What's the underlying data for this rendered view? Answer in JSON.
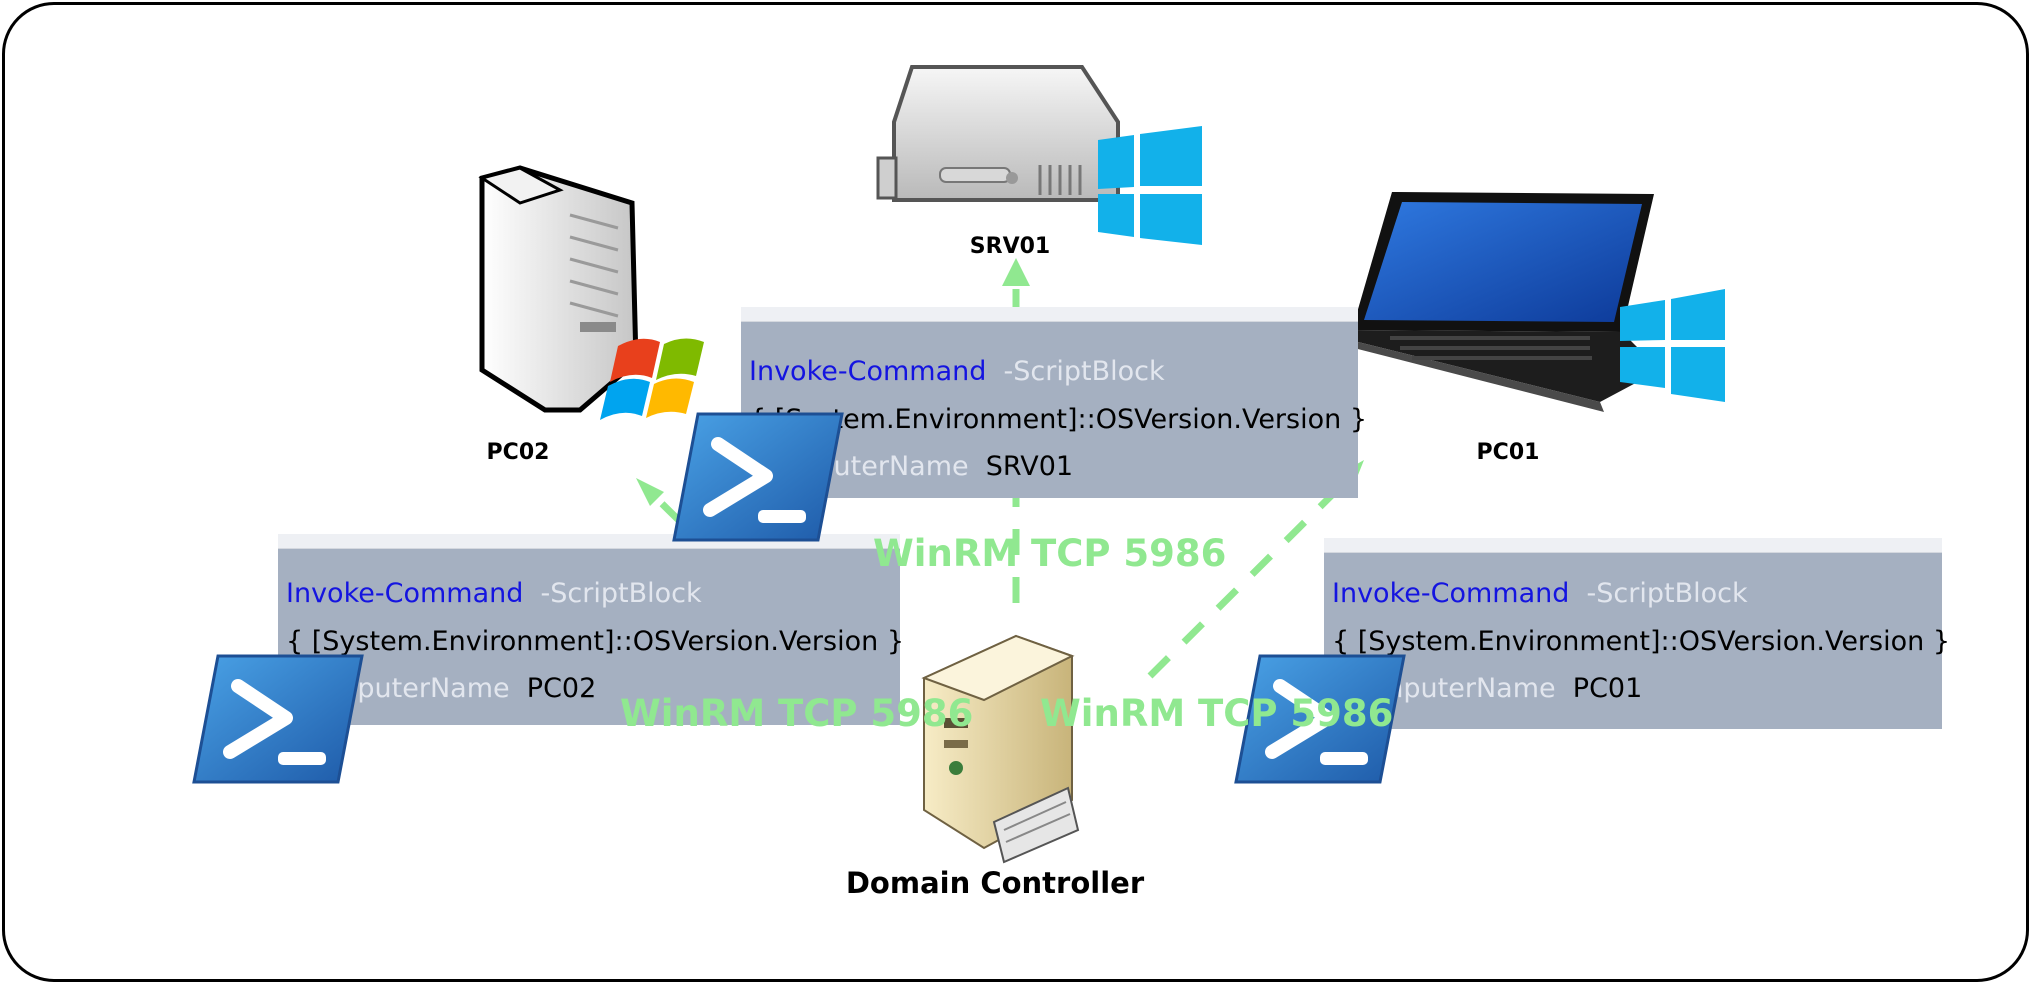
{
  "nodes": {
    "srv01": "SRV01",
    "pc02": "PC02",
    "pc01": "PC01",
    "dc": "Domain Controller"
  },
  "protocol_label": "WinRM TCP 5986",
  "commands": {
    "srv01": {
      "cmdlet": "Invoke-Command",
      "scriptblock_param": "-ScriptBlock",
      "scriptblock": "{ [System.Environment]::OSVersion.Version }",
      "computer_param": "-computerName",
      "computer": "SRV01"
    },
    "pc02": {
      "cmdlet": "Invoke-Command",
      "scriptblock_param": "-ScriptBlock",
      "scriptblock": "{ [System.Environment]::OSVersion.Version }",
      "computer_param": "-ComputerName",
      "computer": "PC02"
    },
    "pc01": {
      "cmdlet": "Invoke-Command",
      "scriptblock_param": "-ScriptBlock",
      "scriptblock": "{ [System.Environment]::OSVersion.Version }",
      "computer_param": "-ComputerName",
      "computer": "PC01"
    }
  },
  "icons": [
    "server-rack-icon",
    "windows-logo-icon",
    "tower-pc-icon",
    "windows-xp-logo-icon",
    "laptop-icon",
    "domain-controller-icon",
    "powershell-icon"
  ],
  "colors": {
    "arrow": "#90e890",
    "console_bg": "#a5b0c1",
    "cmdlet": "#1414e0",
    "param": "#e2e6ee"
  }
}
